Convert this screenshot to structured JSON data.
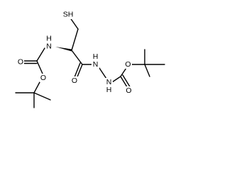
{
  "molecule": {
    "atoms": [
      {
        "id": "S1",
        "text": "SH"
      },
      {
        "id": "N1",
        "text": "N"
      },
      {
        "id": "H1",
        "text": "H"
      },
      {
        "id": "O1",
        "text": "O"
      },
      {
        "id": "O2",
        "text": "O"
      },
      {
        "id": "O3",
        "text": "O"
      },
      {
        "id": "N2",
        "text": "N"
      },
      {
        "id": "H2",
        "text": "H"
      },
      {
        "id": "N3",
        "text": "N"
      },
      {
        "id": "H3",
        "text": "H"
      },
      {
        "id": "O4",
        "text": "O"
      },
      {
        "id": "O5",
        "text": "O"
      }
    ]
  },
  "colors": {
    "bond": "#000000",
    "label": "#000000",
    "background": "#ffffff"
  }
}
